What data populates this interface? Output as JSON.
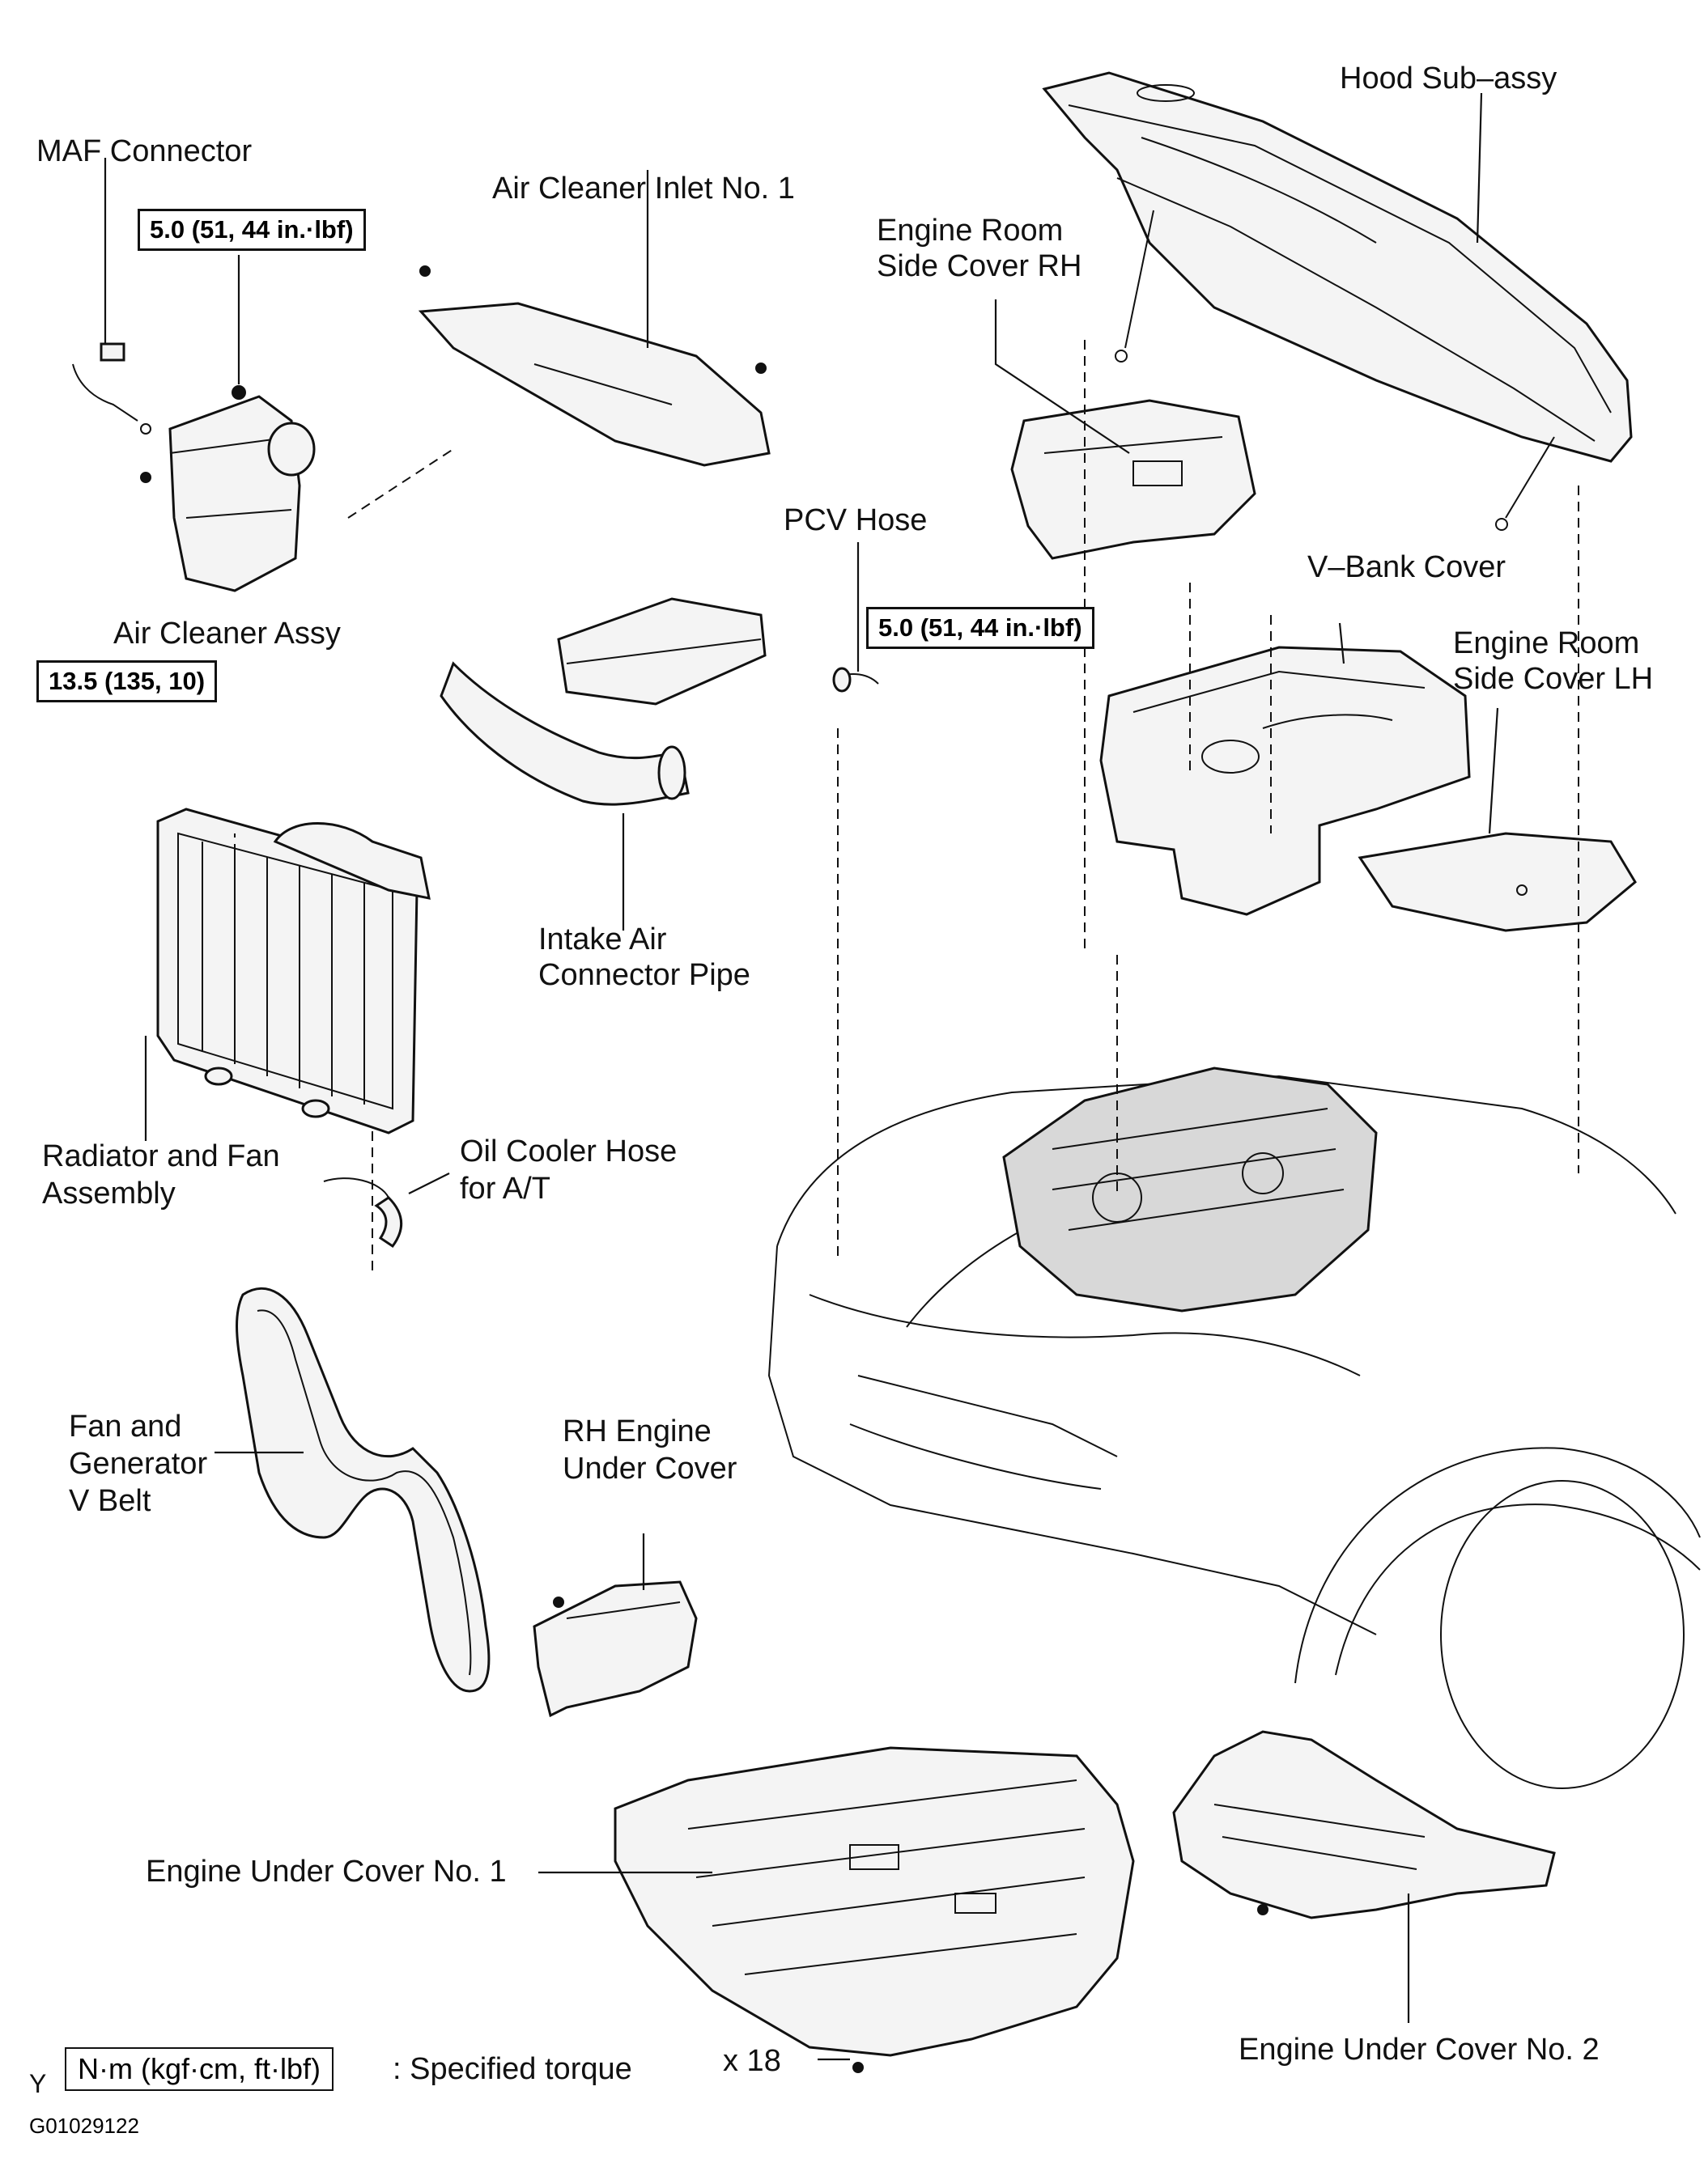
{
  "labels": {
    "maf_connector": "MAF Connector",
    "air_cleaner_inlet": "Air Cleaner Inlet No. 1",
    "engine_room_side_cover_rh_1": "Engine Room",
    "engine_room_side_cover_rh_2": "Side Cover RH",
    "hood_sub_assy": "Hood Sub–assy",
    "pcv_hose": "PCV Hose",
    "air_cleaner_assy": "Air Cleaner Assy",
    "v_bank_cover": "V–Bank Cover",
    "engine_room_side_cover_lh_1": "Engine Room",
    "engine_room_side_cover_lh_2": "Side Cover LH",
    "intake_air_connector_pipe_1": "Intake Air",
    "intake_air_connector_pipe_2": "Connector Pipe",
    "radiator_fan_1": "Radiator and Fan",
    "radiator_fan_2": "Assembly",
    "oil_cooler_hose_1": "Oil Cooler Hose",
    "oil_cooler_hose_2": "for A/T",
    "fan_generator_belt_1": "Fan and",
    "fan_generator_belt_2": "Generator",
    "fan_generator_belt_3": "V Belt",
    "rh_engine_under_cover_1": "RH Engine",
    "rh_engine_under_cover_2": "Under Cover",
    "engine_under_cover_1": "Engine Under Cover No. 1",
    "engine_under_cover_2": "Engine Under Cover No. 2",
    "quantity_x18": "x 18"
  },
  "torques": {
    "maf": "5.0 (51, 44 in.·lbf)",
    "v_bank": "5.0 (51, 44 in.·lbf)",
    "radiator": "13.5 (135, 10)"
  },
  "legend": {
    "marker": "Y",
    "unit_box": "N·m (kgf·cm, ft·lbf)",
    "description": ": Specified torque"
  },
  "figure_id": "G01029122"
}
